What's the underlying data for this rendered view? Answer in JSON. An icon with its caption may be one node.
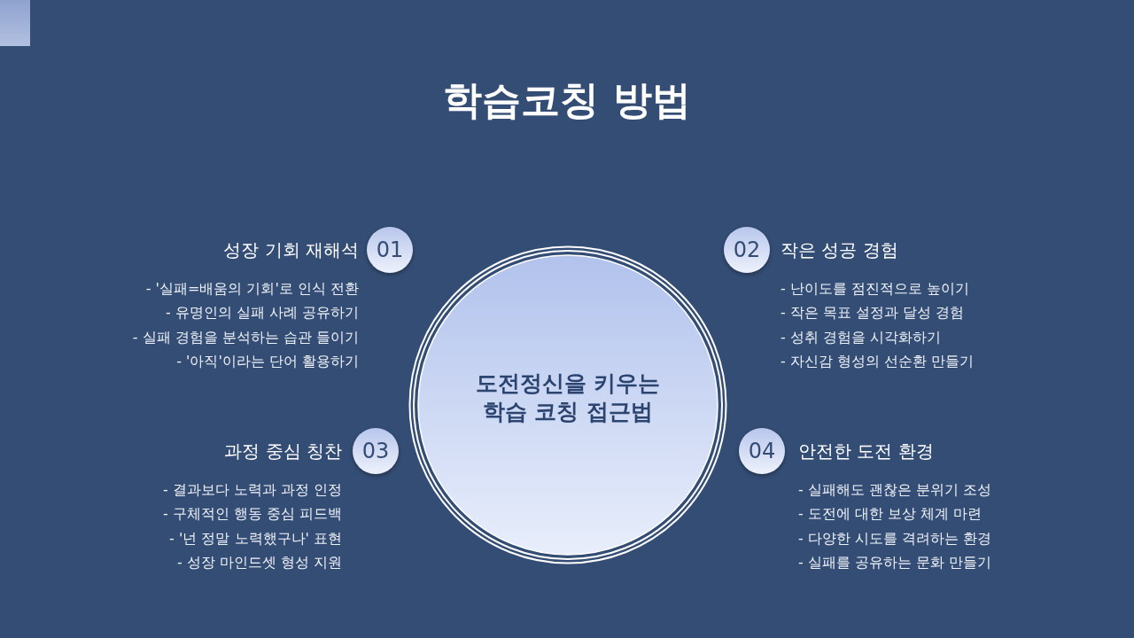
{
  "diagram": {
    "title": "학습코칭 방법",
    "nodes": [
      {
        "text": [
          "도전정신을 키우는 학습 코칭 접근법"
        ]
      },
      {
        "text": [
          "01"
        ],
        "beside": [
          "성장 기회 재해석",
          "- '실패=배움의 기회'로 인식 전환",
          "- 유명인의 실패 사례 공유하기",
          "- 실패 경험을 분석하는 습관 들이기",
          "- '아직'이라는 단어 활용하기"
        ]
      },
      {
        "text": [
          "02"
        ],
        "beside": [
          "작은 성공 경험",
          "- 난이도를 점진적으로 높이기",
          "- 작은 목표 설정과 달성 경험",
          "- 성취 경험을 시각화하기",
          "- 자신감 형성의 선순환 만들기"
        ]
      },
      {
        "text": [
          "03"
        ],
        "beside": [
          "과정 중심 칭찬",
          "- 결과보다 노력과 과정 인정",
          "- 구체적인 행동 중심 피드백",
          "- '넌 정말 노력했구나' 표현",
          "- 성장 마인드셋 형성 지원"
        ]
      },
      {
        "text": [
          "04"
        ],
        "beside": [
          "안전한 도전 환경",
          "- 실패해도 괜찮은 분위기 조성",
          "- 도전에 대한 보상 체계 마련",
          "- 다양한 시도를 격려하는 환경",
          "- 실패를 공유하는 문화 만들기"
        ]
      }
    ]
  }
}
